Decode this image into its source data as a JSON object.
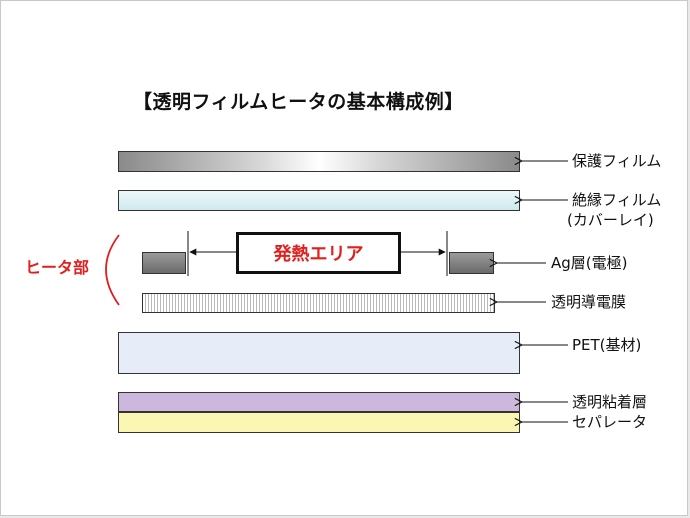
{
  "title": "【透明フィルムヒータの基本構成例】",
  "heater_section_label": "ヒータ部",
  "heat_area_label": "発熱エリア",
  "layers": {
    "protective_film": "保護フィルム",
    "insulating_film_line1": "絶縁フィルム",
    "insulating_film_line2": "(カバーレイ)",
    "ag_layer": "Ag層(電極)",
    "transparent_conductive_film": "透明導電膜",
    "pet_substrate": "PET(基材)",
    "transparent_adhesive_layer": "透明粘着層",
    "separator": "セパレータ"
  },
  "colors": {
    "title": "#111111",
    "heater_label": "#e0201e",
    "protective_film_gradient": [
      "#8a8a8a",
      "#ffffff",
      "#8a8a8a"
    ],
    "insulating_film": "#d8eef2",
    "ag_electrode": "#7a7a7a",
    "pet_substrate": "#e6ecf8",
    "adhesive_layer": "#cbb8dc",
    "separator": "#fbf7b2"
  }
}
